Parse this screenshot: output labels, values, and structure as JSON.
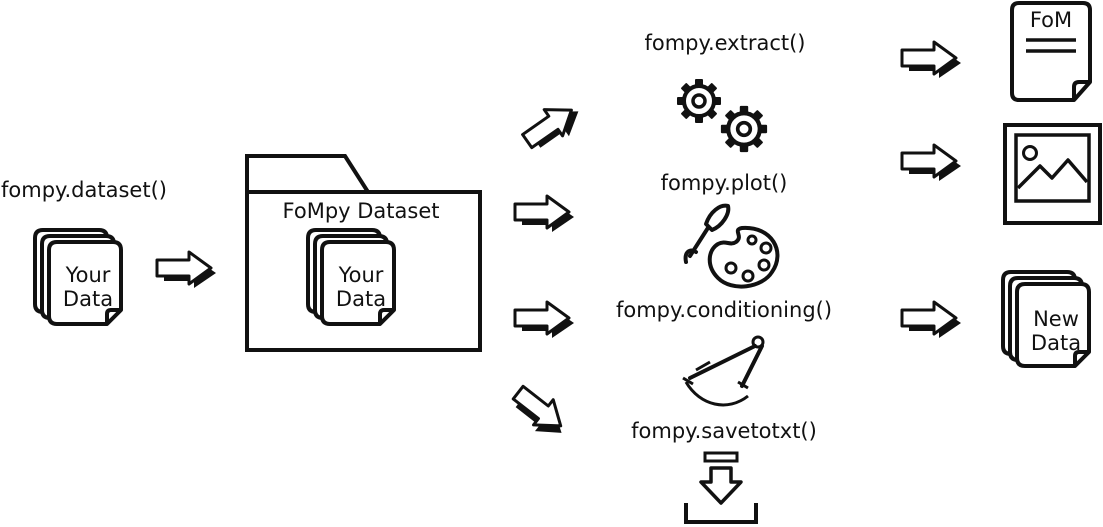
{
  "labels": {
    "dataset_fn": "fompy.dataset()",
    "your_data_left": [
      "Your",
      "Data"
    ],
    "folder_title": "FoMpy Dataset",
    "your_data_folder": [
      "Your",
      "Data"
    ],
    "extract_fn": "fompy.extract()",
    "plot_fn": "fompy.plot()",
    "conditioning_fn": "fompy.conditioning()",
    "savetotxt_fn": "fompy.savetotxt()",
    "fom_doc": "FoM",
    "new_data": [
      "New",
      "Data"
    ]
  },
  "icons": [
    "document-stack-icon",
    "folder-icon",
    "gears-icon",
    "paint-palette-icon",
    "compass-icon",
    "download-icon",
    "fom-document-icon",
    "image-icon",
    "arrow-right-icon",
    "arrow-up-right-icon",
    "arrow-down-right-icon"
  ],
  "colors": {
    "stroke": "#111111",
    "background": "#ffffff"
  }
}
